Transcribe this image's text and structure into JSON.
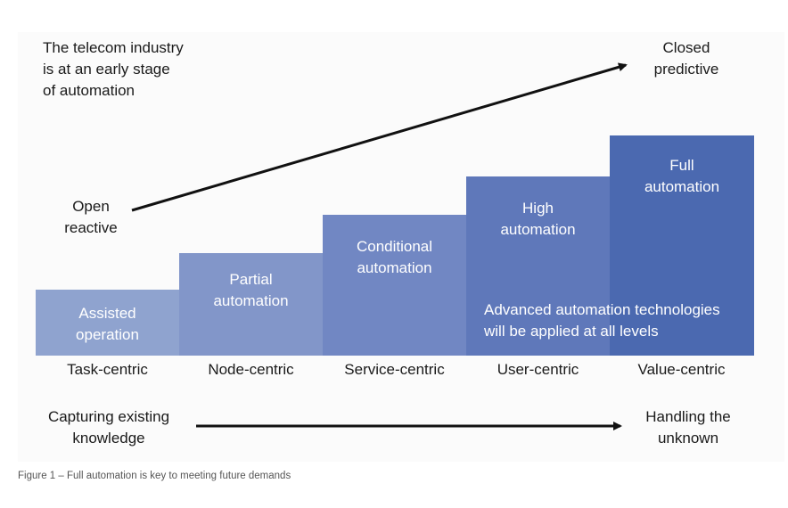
{
  "top_left_text": "The telecom industry\nis at an early stage\nof automation",
  "top_right_text": "Closed\npredictive",
  "left_mid_text": "Open\nreactive",
  "steps": [
    {
      "label": "Assisted\noperation",
      "level": "Task-centric",
      "color": "#8fa3cf"
    },
    {
      "label": "Partial\nautomation",
      "level": "Node-centric",
      "color": "#8296c9"
    },
    {
      "label": "Conditional\nautomation",
      "level": "Service-centric",
      "color": "#7187c3"
    },
    {
      "label": "High\nautomation",
      "level": "User-centric",
      "color": "#5f78ba"
    },
    {
      "label": "Full\nautomation",
      "level": "Value-centric",
      "color": "#4b69b0"
    }
  ],
  "overlay_text": "Advanced automation technologies\nwill be applied at all levels",
  "bottom_left_text": "Capturing existing\nknowledge",
  "bottom_right_text": "Handling the\nunknown",
  "caption": "Figure 1 – Full automation is key to meeting future demands",
  "colors": {
    "arrow": "#111111",
    "text": "#1a1a1a"
  }
}
